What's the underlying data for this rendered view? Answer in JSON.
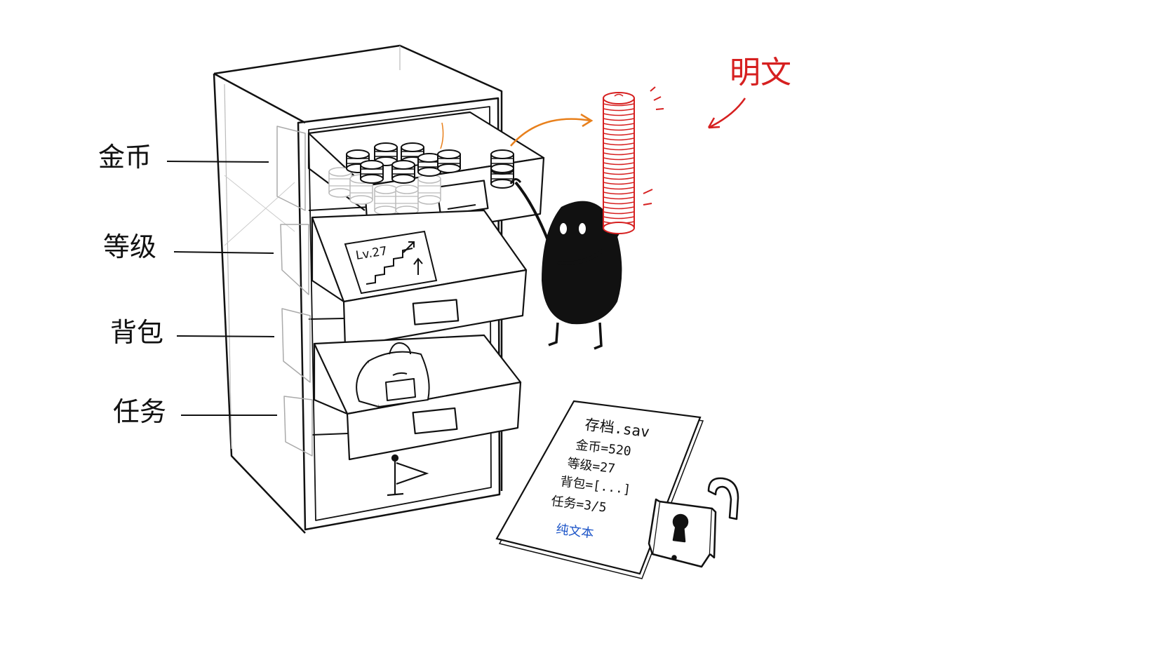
{
  "labels": {
    "gold": "金币",
    "level": "等级",
    "backpack": "背包",
    "quest": "任务"
  },
  "plaintext_label": "明文",
  "level_board_text": "Lv.27",
  "save_doc": {
    "title": "存档.sav",
    "lines": [
      "金币=520",
      "等级=27",
      "背包=[...]",
      "任务=3/5"
    ],
    "footer": "纯文本"
  },
  "colors": {
    "ink": "#111111",
    "plaintext_red": "#d62020",
    "arrow_orange": "#e8801c",
    "footer_blue": "#1e56c8"
  },
  "icons": [
    "cabinet-icon",
    "coin-stack-icon",
    "level-chart-icon",
    "backpack-icon",
    "flag-icon",
    "padlock-open-icon",
    "shadow-creature-icon",
    "document-icon"
  ]
}
